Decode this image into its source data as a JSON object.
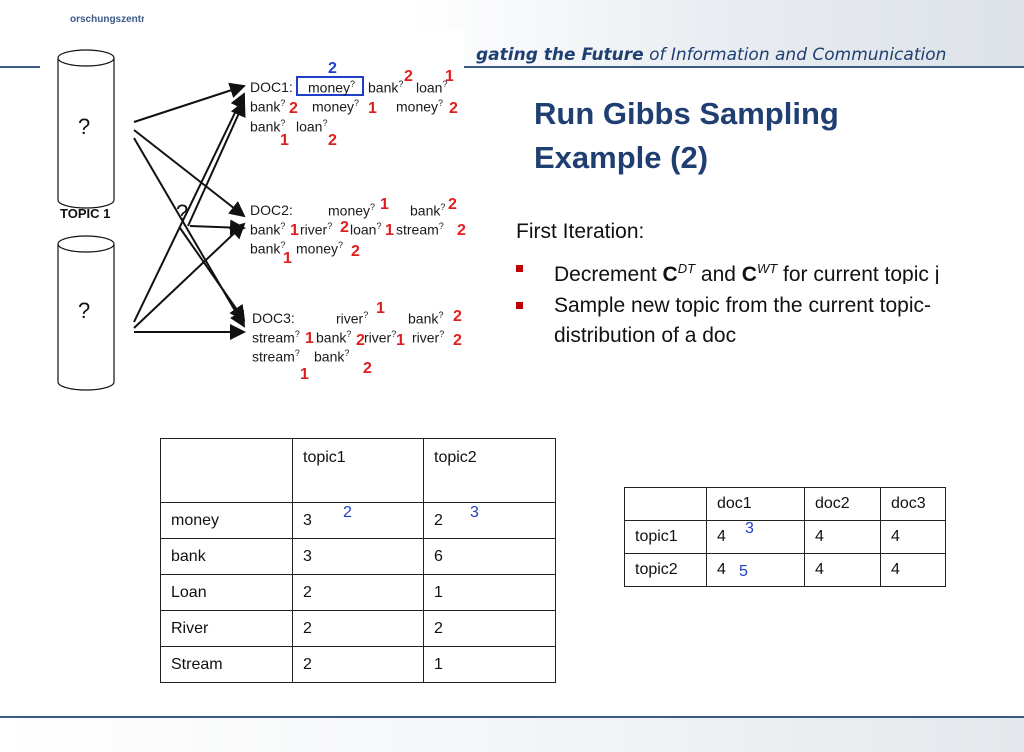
{
  "header": {
    "logo_text": "orschungszentr",
    "tagline_bold": "gating the Future",
    "tagline_rest": " of Information and Communication"
  },
  "title": "Run Gibbs Sampling Example (2)",
  "first_iteration": "First Iteration:",
  "bullets": [
    {
      "pre": "Decrement ",
      "c1": "C",
      "sup1": "DT",
      "mid": " and ",
      "c2": "C",
      "sup2": "WT",
      "post": " for current topic j"
    },
    {
      "line1": "Sample new topic from the current topic-",
      "line2": "distribution of a doc"
    }
  ],
  "diagram": {
    "topic1_label": "TOPIC 1",
    "qmark": "?",
    "docs": {
      "doc1": {
        "name": "DOC1:",
        "line1": [
          "money",
          "bank",
          "loan"
        ],
        "line2": [
          "bank",
          "money",
          "money"
        ],
        "line3": [
          "bank",
          "loan"
        ]
      },
      "doc2": {
        "name": "DOC2:",
        "line1": [
          "money",
          "bank"
        ],
        "line2": [
          "bank",
          "river",
          "loan",
          "stream"
        ],
        "line3": [
          "bank",
          "money"
        ]
      },
      "doc3": {
        "name": "DOC3:",
        "line1": [
          "river",
          "bank"
        ],
        "line2": [
          "stream",
          "bank",
          "river",
          "river"
        ],
        "line3": [
          "stream",
          "bank"
        ]
      }
    },
    "sup": "?",
    "red_labels": {
      "d1": [
        "2",
        "1",
        "2",
        "1",
        "2",
        "1",
        "2"
      ],
      "d2": [
        "1",
        "2",
        "1",
        "2",
        "1",
        "2",
        "1",
        "2"
      ],
      "d3": [
        "1",
        "2",
        "1",
        "2",
        "1",
        "2",
        "1",
        "2"
      ]
    },
    "blue_label": "2"
  },
  "table_wt": {
    "headers": [
      "",
      "topic1",
      "topic2"
    ],
    "rows": [
      {
        "word": "money",
        "t1": "3",
        "t2": "2",
        "t1_new": "2",
        "t2_new": "3"
      },
      {
        "word": "bank",
        "t1": "3",
        "t2": "6"
      },
      {
        "word": "Loan",
        "t1": "2",
        "t2": "1"
      },
      {
        "word": "River",
        "t1": "2",
        "t2": "2"
      },
      {
        "word": "Stream",
        "t1": "2",
        "t2": "1"
      }
    ]
  },
  "table_dt": {
    "headers": [
      "",
      "doc1",
      "doc2",
      "doc3"
    ],
    "rows": [
      {
        "topic": "topic1",
        "d1": "4",
        "d2": "4",
        "d3": "4",
        "d1_new": "3"
      },
      {
        "topic": "topic2",
        "d1": "4",
        "d2": "4",
        "d3": "4",
        "d1_new": "5"
      }
    ]
  },
  "colors": {
    "title": "#1f3f73",
    "red": "#e01e1e",
    "blue": "#1f3fc8",
    "bullet": "#c00000"
  }
}
